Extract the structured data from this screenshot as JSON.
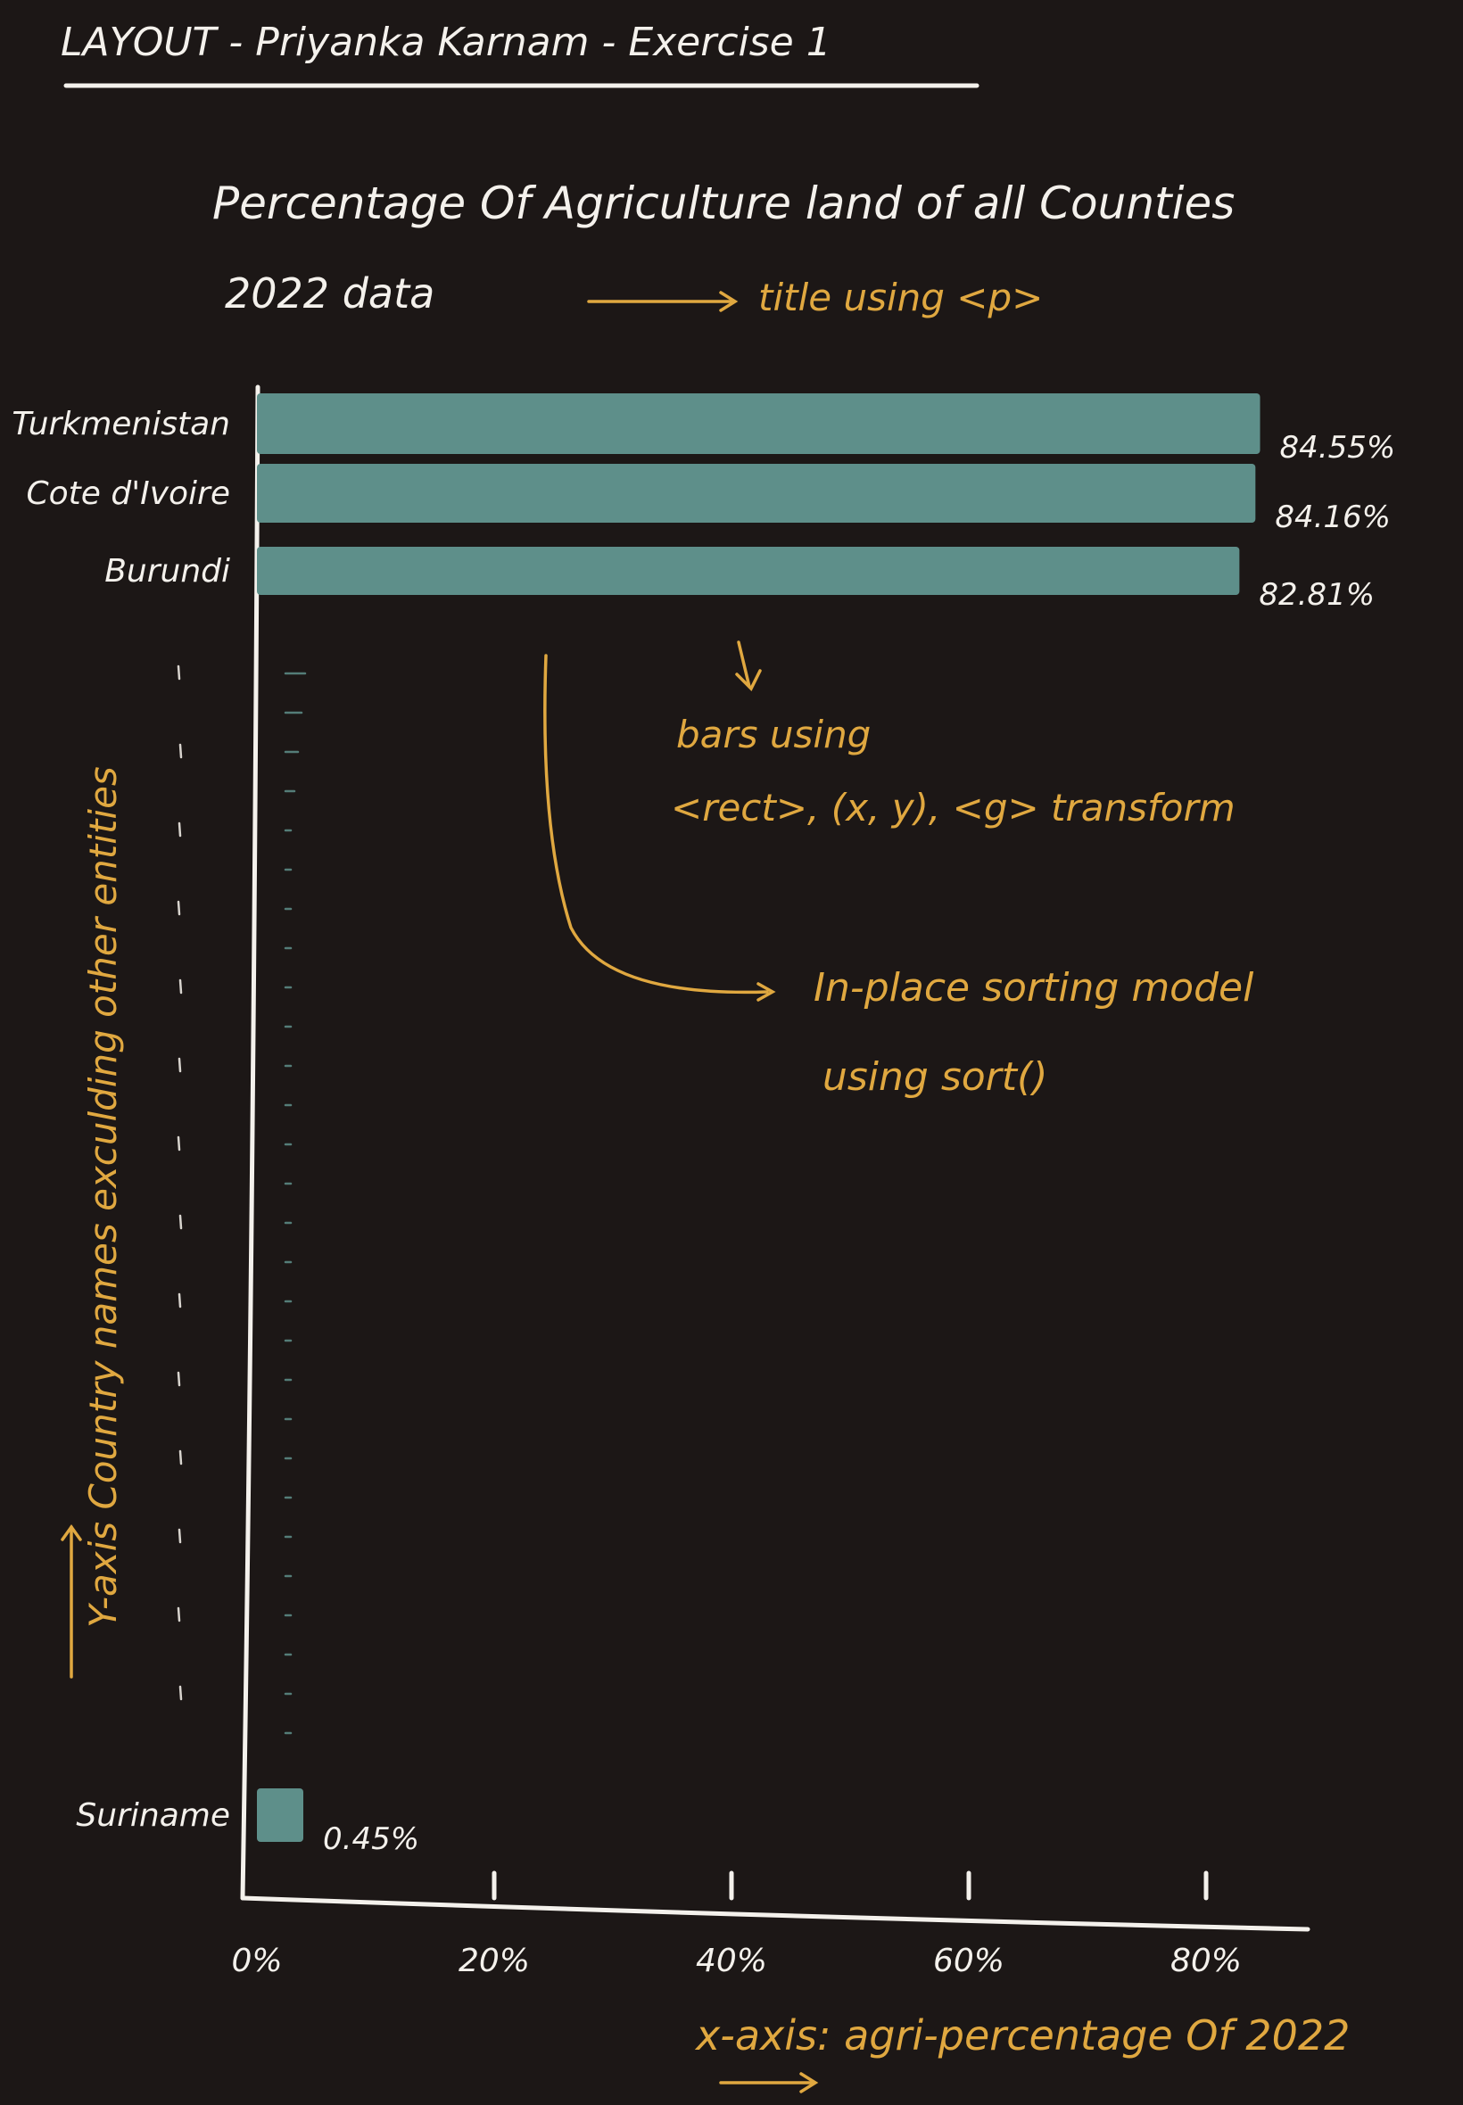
{
  "header": {
    "title": "LAYOUT - Priyanka Karnam - Exercise 1"
  },
  "accent": {
    "bar_color": "#5e8f8a",
    "annotation_color": "#e0a840",
    "ink_color": "#f4f1ec",
    "background": "#1c1716"
  },
  "chart_data": {
    "type": "bar",
    "orientation": "horizontal",
    "title": "Percentage Of Agriculture land of all Counties",
    "subtitle": "2022 data",
    "categories": [
      "Turkmenistan",
      "Cote d'Ivoire",
      "Burundi",
      "Suriname"
    ],
    "values": [
      84.55,
      84.16,
      82.81,
      0.45
    ],
    "value_labels": [
      "84.55%",
      "84.16%",
      "82.81%",
      "0.45%"
    ],
    "xlim": [
      0,
      90
    ],
    "xticks": [
      0,
      20,
      40,
      60,
      80
    ],
    "xtick_labels": [
      "0%",
      "20%",
      "40%",
      "60%",
      "80%"
    ],
    "xlabel": "x-axis: agri-percentage Of 2022",
    "ylabel": "Y-axis Country names exculding other entities",
    "grid": false
  },
  "annotations": {
    "title_note": "title using <p>",
    "bars_note_1": "bars using",
    "bars_note_2": "<rect>, (x, y), <g> transform",
    "sort_note_1": "In-place sorting model",
    "sort_note_2": "using sort()"
  }
}
